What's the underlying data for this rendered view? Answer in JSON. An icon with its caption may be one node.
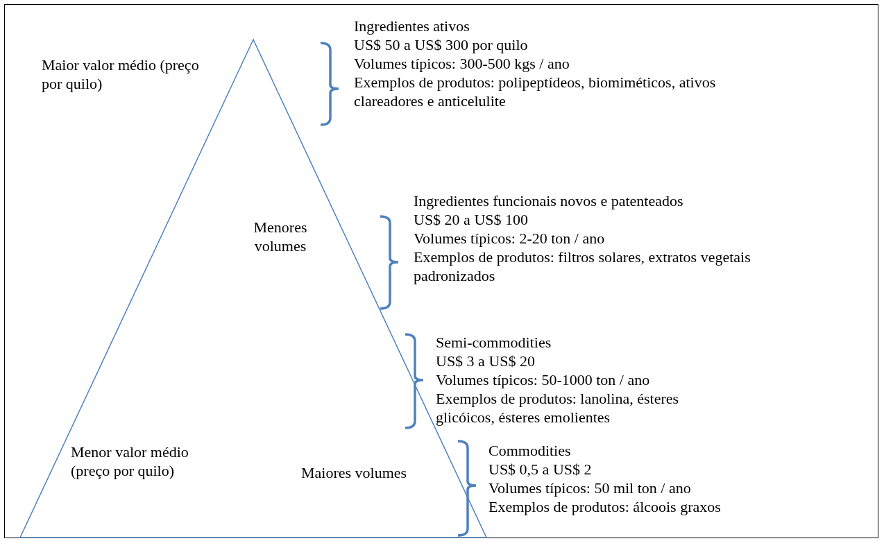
{
  "diagram": {
    "nodes": [
      {
        "text": [
          "Menores volumes",
          "Menor valor médio (preço por quilo)",
          "Maiores volumes"
        ]
      }
    ],
    "labels": [
      "Maior valor médio (preço por quilo)",
      "Ingredientes ativos",
      "US$ 50 a US$ 300 por quilo",
      "Volumes típicos: 300-500 kgs / ano",
      "Exemplos de produtos: polipeptídeos, biomiméticos, ativos clareadores e anticelulite",
      "Ingredientes funcionais novos e patenteados",
      "US$ 20 a US$ 100",
      "Volumes típicos: 2-20 ton / ano",
      "Exemplos de produtos: filtros solares, extratos vegetais padronizados",
      "Semi-commodities",
      "US$ 3 a US$ 20",
      "Volumes típicos: 50-1000 ton / ano",
      "Exemplos de produtos: lanolina, ésteres glicóicos, ésteres emolientes",
      "Commodities",
      "US$ 0,5 a US$ 2",
      "Volumes típicos: 50 mil ton / ano",
      "Exemplos de produtos: álcoois graxos"
    ]
  }
}
